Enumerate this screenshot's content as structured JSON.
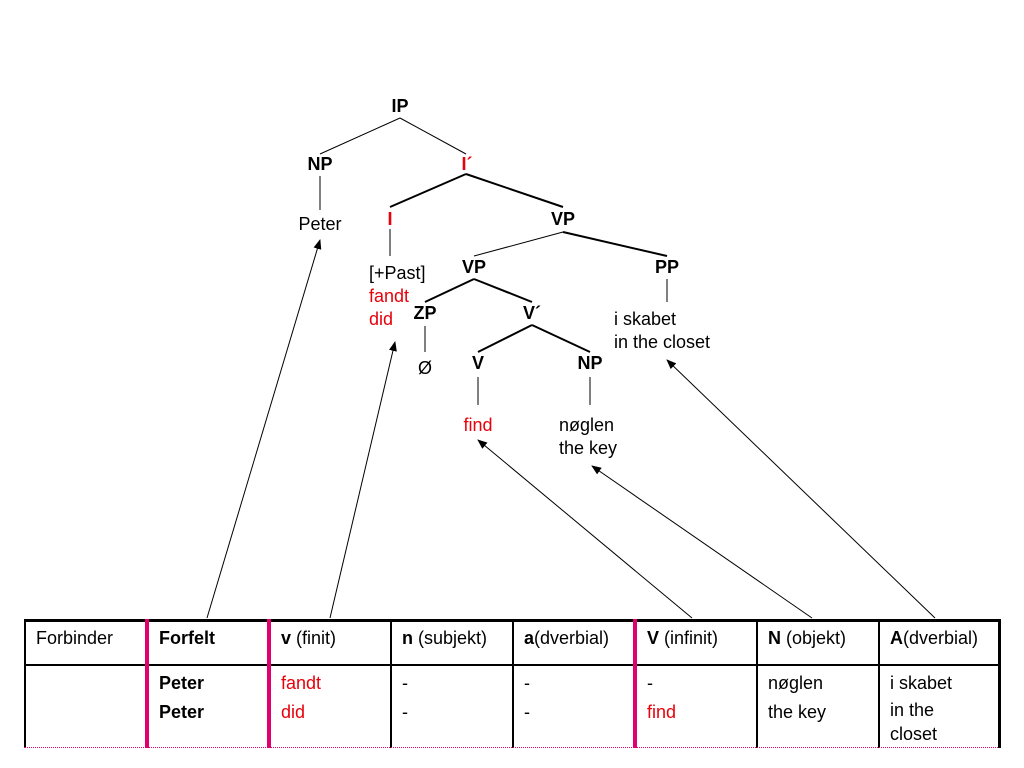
{
  "tree": {
    "ip": "IP",
    "np_subject": "NP",
    "i_bar": "I´",
    "peter": "Peter",
    "i": "I",
    "vp_top": "VP",
    "past_feature": "[+Past]",
    "fandt": "fandt",
    "did": "did",
    "vp_inner": "VP",
    "pp": "PP",
    "zp": "ZP",
    "v_bar": "V´",
    "pp_text_da": "i skabet",
    "pp_text_en": "in the closet",
    "empty": "Ø",
    "v": "V",
    "np_object": "NP",
    "find": "find",
    "object_da": "nøglen",
    "object_en": "the key"
  },
  "colors": {
    "accent_red": "#e8000a",
    "pink_border": "#e0006e",
    "line": "#000000"
  },
  "table": {
    "headers": [
      {
        "bold": "",
        "rest": "Forbinder"
      },
      {
        "bold": "Forfelt",
        "rest": ""
      },
      {
        "bold": "v",
        "rest": " (finit)"
      },
      {
        "bold": "n",
        "rest": " (subjekt)"
      },
      {
        "bold": "a",
        "rest": "(dverbial)"
      },
      {
        "bold": "V",
        "rest": " (infinit)"
      },
      {
        "bold": "N",
        "rest": " (objekt)"
      },
      {
        "bold": "A",
        "rest": "(dverbial)"
      }
    ],
    "rows": [
      [
        "",
        "Peter",
        "fandt",
        "-",
        "-",
        "-",
        "nøglen",
        "i skabet"
      ],
      [
        "",
        "Peter",
        "did",
        "-",
        "-",
        "find",
        "the key",
        "in the closet"
      ]
    ]
  }
}
